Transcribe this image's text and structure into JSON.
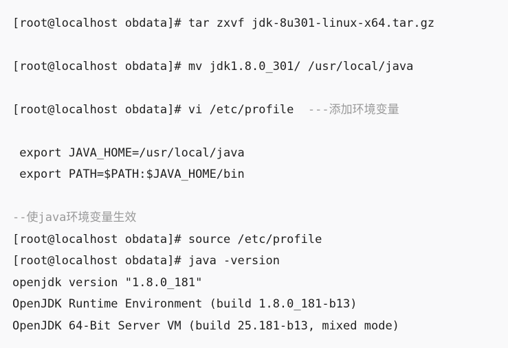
{
  "code": {
    "lines": [
      {
        "text": "[root@localhost obdata]# tar zxvf jdk-8u301-linux-x64.tar.gz"
      },
      {
        "text": "[root@localhost obdata]# mv jdk1.8.0_301/ /usr/local/java"
      },
      {
        "text": "[root@localhost obdata]# vi /etc/profile  ",
        "comment": "---添加环境变量"
      },
      {
        "text": " export JAVA_HOME=/usr/local/java"
      },
      {
        "text": " export PATH=$PATH:$JAVA_HOME/bin"
      },
      {
        "text": "",
        "comment": "--使java环境变量生效"
      },
      {
        "text": "[root@localhost obdata]# source /etc/profile"
      },
      {
        "text": "[root@localhost obdata]# java -version"
      },
      {
        "text": "openjdk version \"1.8.0_181\""
      },
      {
        "text": "OpenJDK Runtime Environment (build 1.8.0_181-b13)"
      },
      {
        "text": "OpenJDK 64-Bit Server VM (build 25.181-b13, mixed mode)"
      }
    ]
  }
}
